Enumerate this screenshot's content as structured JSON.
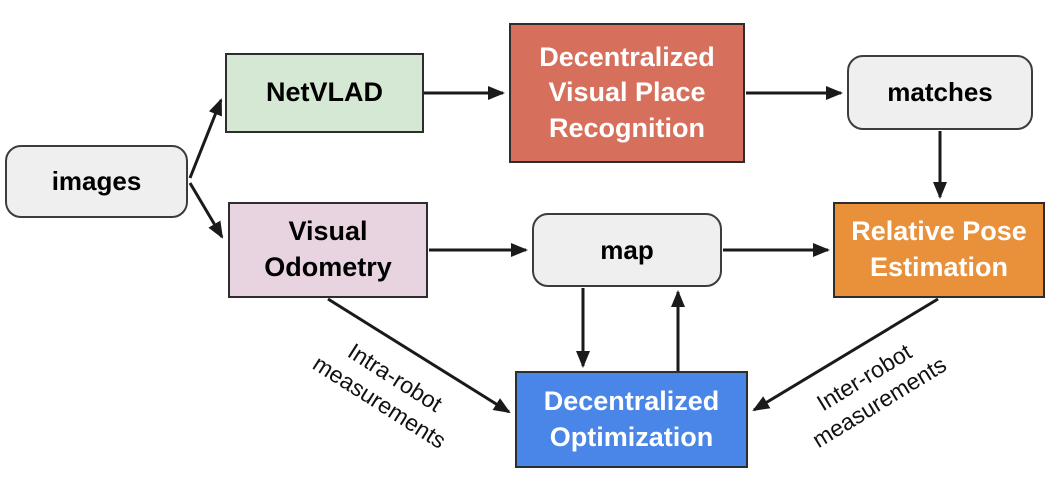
{
  "diagram": {
    "nodes": {
      "images": {
        "label": "images",
        "fill": "#efefef",
        "text_color": "#000000"
      },
      "netvlad": {
        "label": "NetVLAD",
        "fill": "#d5e8d4",
        "text_color": "#000000"
      },
      "dvpr": {
        "label": "Decentralized\nVisual Place\nRecognition",
        "fill": "#d6705c",
        "text_color": "#ffffff"
      },
      "matches": {
        "label": "matches",
        "fill": "#efefef",
        "text_color": "#000000"
      },
      "visual_odometry": {
        "label": "Visual\nOdometry",
        "fill": "#e8d4e0",
        "text_color": "#000000"
      },
      "map": {
        "label": "map",
        "fill": "#efefef",
        "text_color": "#000000"
      },
      "rpe": {
        "label": "Relative Pose\nEstimation",
        "fill": "#e8913a",
        "text_color": "#ffffff"
      },
      "dopt": {
        "label": "Decentralized\nOptimization",
        "fill": "#4a86e8",
        "text_color": "#ffffff"
      }
    },
    "edge_labels": {
      "intra": "Intra-robot\nmeasurements",
      "inter": "Inter-robot\nmeasurements"
    },
    "colors": {
      "arrow": "#1a1a1a",
      "border": "#2d2d2d",
      "background": "#ffffff"
    }
  }
}
